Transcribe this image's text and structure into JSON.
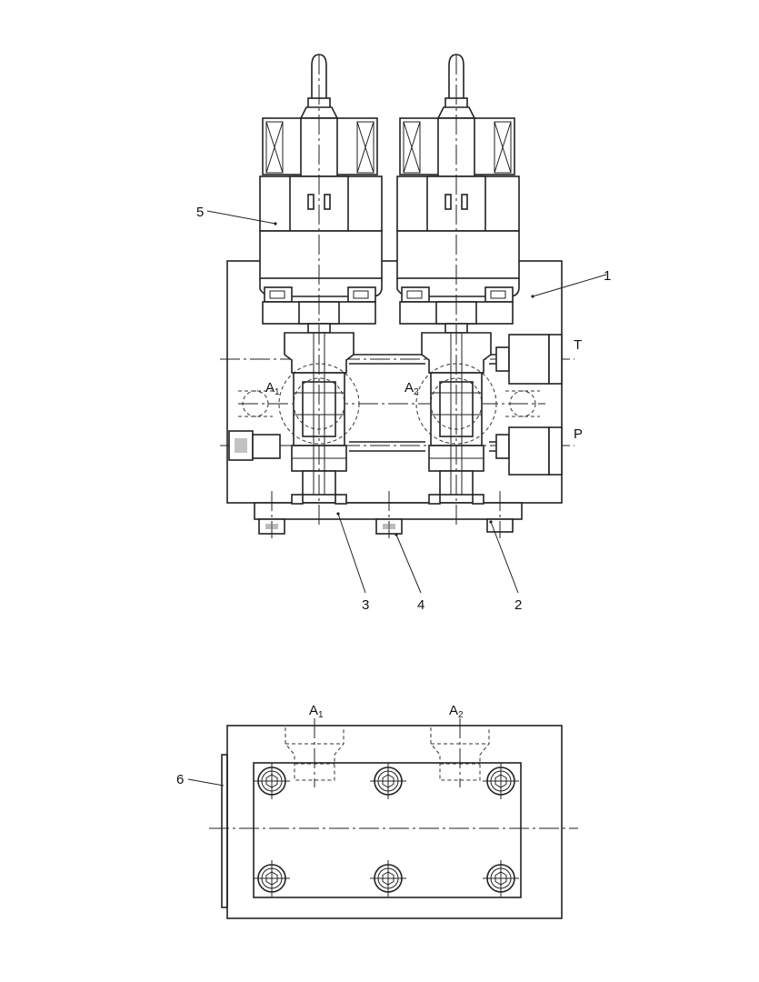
{
  "callouts": {
    "c1": "1",
    "c2": "2",
    "c3": "3",
    "c4": "4",
    "c5": "5",
    "c6": "6"
  },
  "ports": {
    "T": "T",
    "P": "P",
    "A1": {
      "letter": "A",
      "sub": "1"
    },
    "A2": {
      "letter": "A",
      "sub": "2"
    }
  }
}
